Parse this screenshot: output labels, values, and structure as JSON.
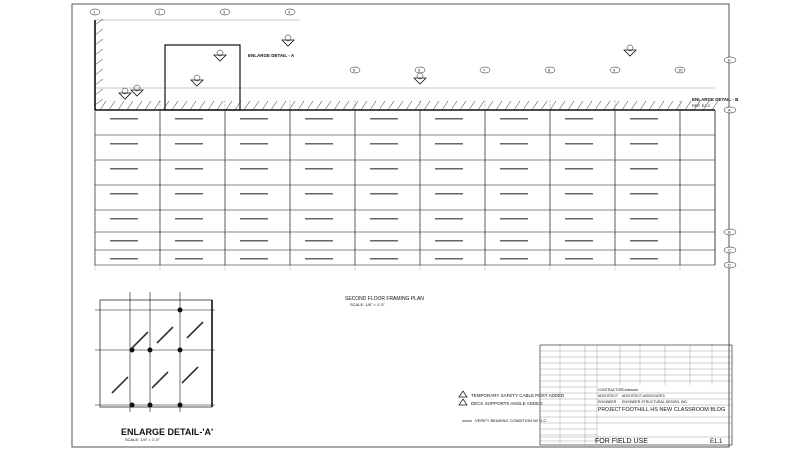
{
  "plan": {
    "title": "SECOND FLOOR FRAMING PLAN",
    "scale": "SCALE: 1/8\" = 1'-0\"",
    "enlarge_a_callout": "ENLARGE DETAIL - A",
    "enlarge_b_callout": "ENLARGE DETAIL - B",
    "enlarge_b_ref": "REF. E1.2",
    "grid_labels": [
      "1",
      "2",
      "3",
      "4",
      "5",
      "6",
      "7",
      "8",
      "9",
      "10",
      "A",
      "B",
      "C",
      "D",
      "E"
    ]
  },
  "detail": {
    "title": "ENLARGE DETAIL-'A'",
    "scale": "SCALE: 1/4\" = 1'-0\""
  },
  "legend": {
    "items": [
      {
        "symbol": "1",
        "text": "TEMPORARY SAFETY CABLE POST ADDED"
      },
      {
        "symbol": "2",
        "text": "DECK SUPPORTS ANGLE ADDED"
      }
    ],
    "note": "VERIFY BEARING CONDITION W/ G.C."
  },
  "title_block": {
    "rows": [
      [
        "CONTRACTOR",
        "Contractor"
      ],
      [
        "ARCHITECT",
        "ARCHITECT ASSOCIATES"
      ],
      [
        "ENGINEER",
        "ENGINEER STRUCTURAL DESIGN, INC."
      ]
    ],
    "project_label": "PROJECT",
    "project": "FOOTHILL HS NEW CLASSROOM BLDG",
    "stamp": "FOR FIELD USE",
    "sheet": "E1.1"
  }
}
